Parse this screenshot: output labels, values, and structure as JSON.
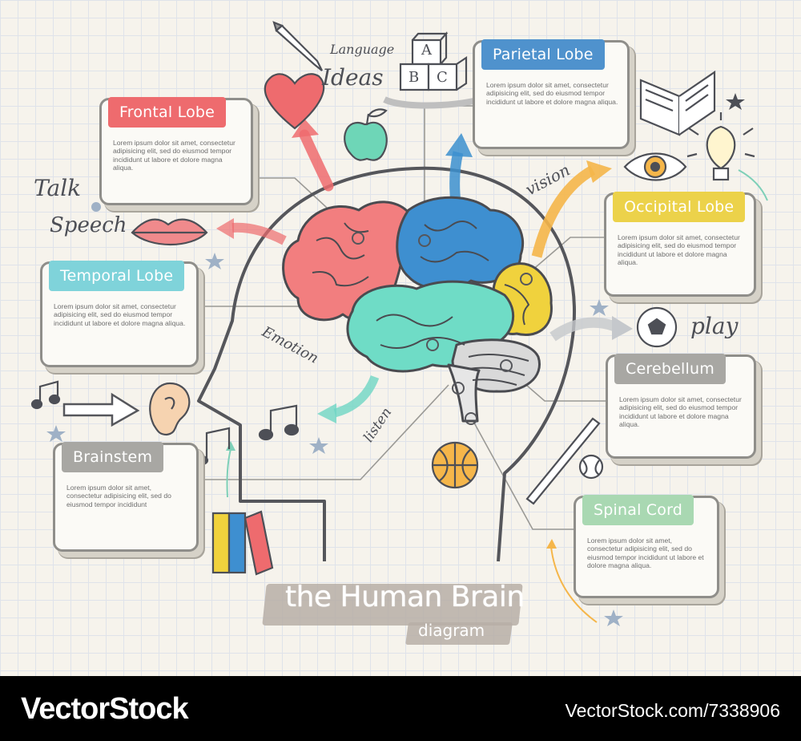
{
  "diagram": {
    "title": "the Human Brain",
    "subtitle": "diagram",
    "lorem": "Lorem ipsum dolor sit amet, consectetur adipisicing elit, sed do eiusmod tempor incididunt ut labore et dolore magna aliqua.",
    "lorem_short": "Lorem ipsum dolor sit amet, consectetur adipisicing elit, sed do eiusmod tempor incididunt",
    "cards": [
      {
        "id": "frontal",
        "label": "Frontal Lobe",
        "color": "#ee6b6e"
      },
      {
        "id": "temporal",
        "label": "Temporal Lobe",
        "color": "#7fd3da"
      },
      {
        "id": "brainstem",
        "label": "Brainstem",
        "color": "#a8a7a3"
      },
      {
        "id": "parietal",
        "label": "Parietal Lobe",
        "color": "#4f92cd"
      },
      {
        "id": "occipital",
        "label": "Occipital Lobe",
        "color": "#ecd24a"
      },
      {
        "id": "cerebellum",
        "label": "Cerebellum",
        "color": "#a8a7a3"
      },
      {
        "id": "spinal",
        "label": "Spinal Cord",
        "color": "#a9d8b2"
      }
    ],
    "words": {
      "talk": "Talk",
      "speech": "Speech",
      "language": "Language",
      "ideas": "Ideas",
      "vision": "vision",
      "play": "play",
      "emotion": "Emotion",
      "listen": "listen"
    },
    "blocks": [
      "A",
      "B",
      "C"
    ],
    "colors": {
      "red": "#ee6b6e",
      "blue": "#3c8fcf",
      "yellow": "#ecd24a",
      "teal": "#6fd6c4",
      "orange": "#f5b64a",
      "outline": "#5a5b60",
      "grid": "#dfe3ea"
    }
  },
  "footer": {
    "brand": "VectorStock",
    "credit": "VectorStock.com/7338906"
  }
}
